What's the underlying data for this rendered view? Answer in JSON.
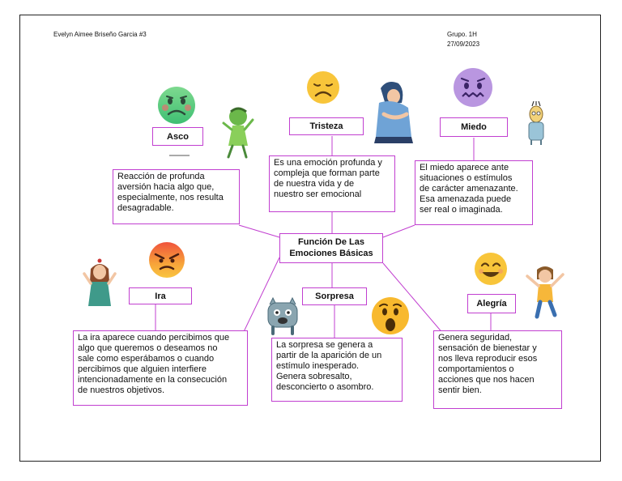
{
  "header": {
    "author": "Evelyn Aimee Briseño Garcia  #3",
    "group": "Grupo. 1H",
    "date": "27/09/2023"
  },
  "center": {
    "title": "Función De Las\nEmociones Básicas"
  },
  "emotions": [
    {
      "label": "Asco",
      "icon": "nauseated-face-icon",
      "description": "Reacción de profunda\naversión hacia algo que,\nespecialmente, nos resulta\ndesagradable."
    },
    {
      "label": "Tristeza",
      "icon": "sad-face-icon",
      "description": "Es una emoción profunda y\ncompleja que forman parte\nde nuestra vida y de\nnuestro ser emocional"
    },
    {
      "label": "Miedo",
      "icon": "fearful-face-icon",
      "description": "El miedo aparece ante\nsituaciones o estímulos\nde carácter amenazante.\nEsa amenazada puede\nser real o imaginada."
    },
    {
      "label": "Ira",
      "icon": "angry-face-icon",
      "description": "La ira aparece cuando percibimos que\nalgo que queremos o deseamos no\nsale como esperábamos o cuando\npercibimos que alguien interfiere\nintencionadamente en la consecución\nde nuestros objetivos."
    },
    {
      "label": "Sorpresa",
      "icon": "surprised-face-icon",
      "description": "La sorpresa se genera a\npartir de la aparición de un\nestímulo inesperado.\nGenera sobresalto,\ndesconcierto o asombro."
    },
    {
      "label": "Alegría",
      "icon": "smiling-face-icon",
      "description": "Genera seguridad,\nsensación de bienestar y\nnos lleva reproducir esos\ncomportamientos o\nacciones que nos hacen\nsentir bien."
    }
  ],
  "colors": {
    "border": "#c13fd0",
    "emoji_yellow": "#f8c53a",
    "emoji_green": "#5fcf8a",
    "emoji_purple": "#b996e0",
    "emoji_red": "#f0533c"
  }
}
